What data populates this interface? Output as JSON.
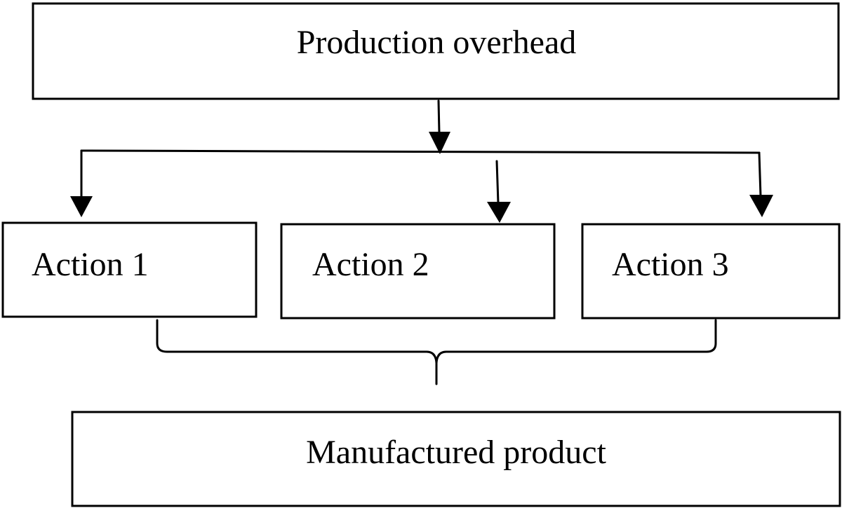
{
  "diagram": {
    "top_box": {
      "label": "Production overhead"
    },
    "actions": [
      {
        "label": "Action 1"
      },
      {
        "label": "Action 2"
      },
      {
        "label": "Action 3"
      }
    ],
    "bottom_box": {
      "label": "Manufactured product"
    }
  }
}
